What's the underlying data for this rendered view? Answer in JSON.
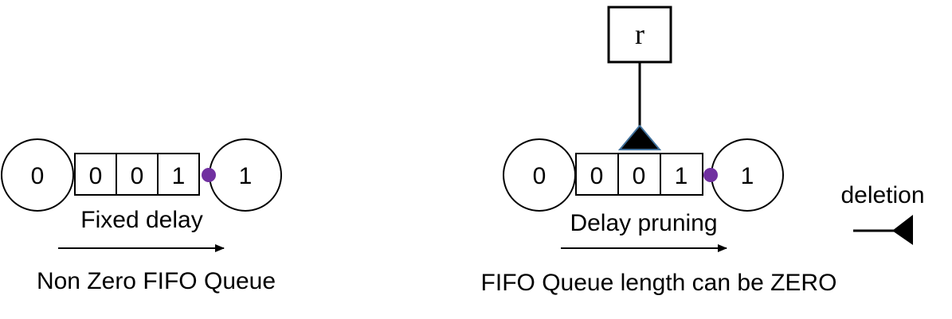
{
  "left_panel": {
    "source_node": "0",
    "queue_cells": [
      "0",
      "0",
      "1"
    ],
    "target_node": "1",
    "delay_label": "Fixed delay",
    "caption": "Non Zero FIFO Queue"
  },
  "right_panel": {
    "source_node": "0",
    "queue_cells": [
      "0",
      "0",
      "1"
    ],
    "target_node": "1",
    "controller_label": "r",
    "delay_label": "Delay pruning",
    "caption": "FIFO Queue length can be ZERO"
  },
  "legend": {
    "deletion_label": "deletion"
  },
  "colors": {
    "synapse_dot": "#7030A0",
    "pruning_triangle_fill": "#000000",
    "pruning_triangle_stroke": "#41719C"
  }
}
